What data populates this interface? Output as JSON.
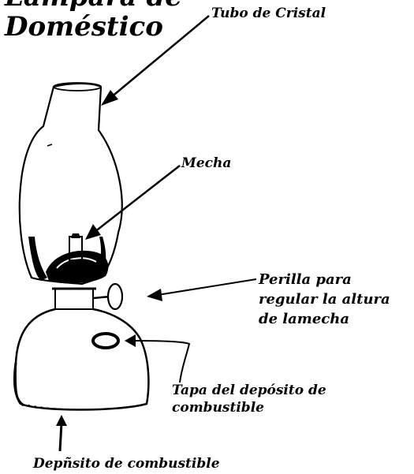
{
  "title": {
    "line1": "Lámpara de",
    "line2": "Doméstico"
  },
  "labels": {
    "tubo": "Tubo de Cristal",
    "mecha": "Mecha",
    "perilla": [
      "Perilla para",
      "regular la altura",
      "de lamecha"
    ],
    "tapa": [
      "Tapa del depósito de",
      "combustible"
    ],
    "deposito": "Depñsito de combustible"
  }
}
